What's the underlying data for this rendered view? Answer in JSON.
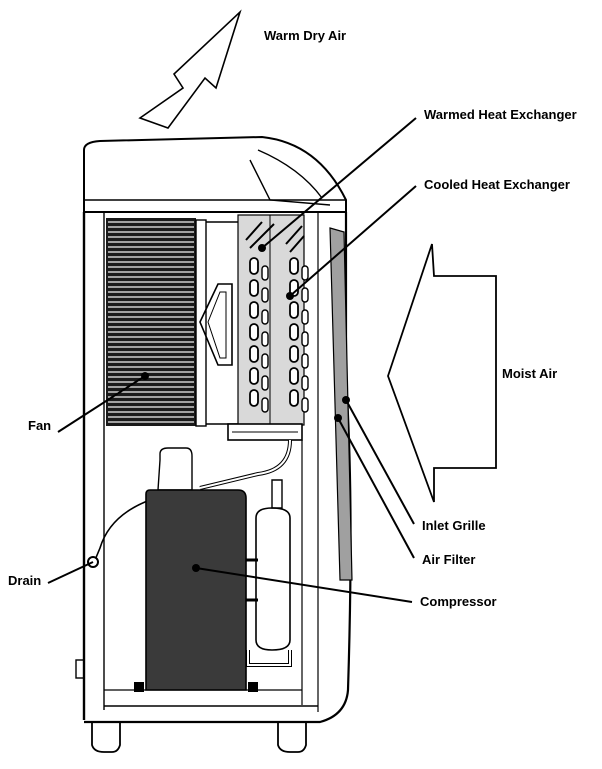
{
  "labels": {
    "warm_dry_air": "Warm Dry Air",
    "warmed_heat_exchanger": "Warmed Heat Exchanger",
    "cooled_heat_exchanger": "Cooled Heat Exchanger",
    "moist_air": "Moist Air",
    "fan": "Fan",
    "inlet_grille": "Inlet Grille",
    "air_filter": "Air Filter",
    "drain": "Drain",
    "compressor": "Compressor"
  },
  "colors": {
    "line": "#000000",
    "fan_fill": "#1a1a1a",
    "compressor_fill": "#3a3a3a",
    "exchanger_fill": "#d9d9d9",
    "filter_fill": "#a0a0a0"
  }
}
